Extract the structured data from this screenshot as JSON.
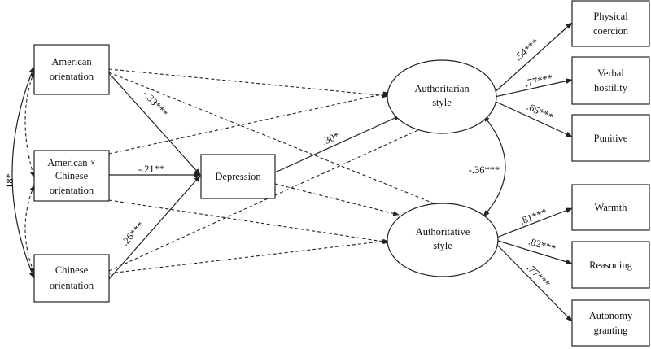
{
  "nodes": {
    "american": [
      "American",
      "orientation"
    ],
    "interaction": [
      "American ×",
      "Chinese",
      "orientation"
    ],
    "chinese": [
      "Chinese",
      "orientation"
    ],
    "depression": [
      "Depression"
    ],
    "authoritarian": [
      "Authoritarian",
      "style"
    ],
    "authoritative": [
      "Authoritative",
      "style"
    ],
    "physical": [
      "Physical",
      "coercion"
    ],
    "verbal": [
      "Verbal",
      "hostility"
    ],
    "punitive": [
      "Punitive"
    ],
    "warmth": [
      "Warmth"
    ],
    "reasoning": [
      "Reasoning"
    ],
    "autonomy": [
      "Autonomy",
      "granting"
    ]
  },
  "coefficients": {
    "amer_chin_cov": ".18*",
    "amer_dep": "-.33***",
    "int_dep": "-.21**",
    "chin_dep": ".26***",
    "dep_authoritarian": ".30*",
    "styles_cov": "-.36***",
    "physical": ".54***",
    "verbal": ".77***",
    "punitive": ".65***",
    "warmth": ".81***",
    "reasoning": ".82***",
    "autonomy": ".77***"
  }
}
